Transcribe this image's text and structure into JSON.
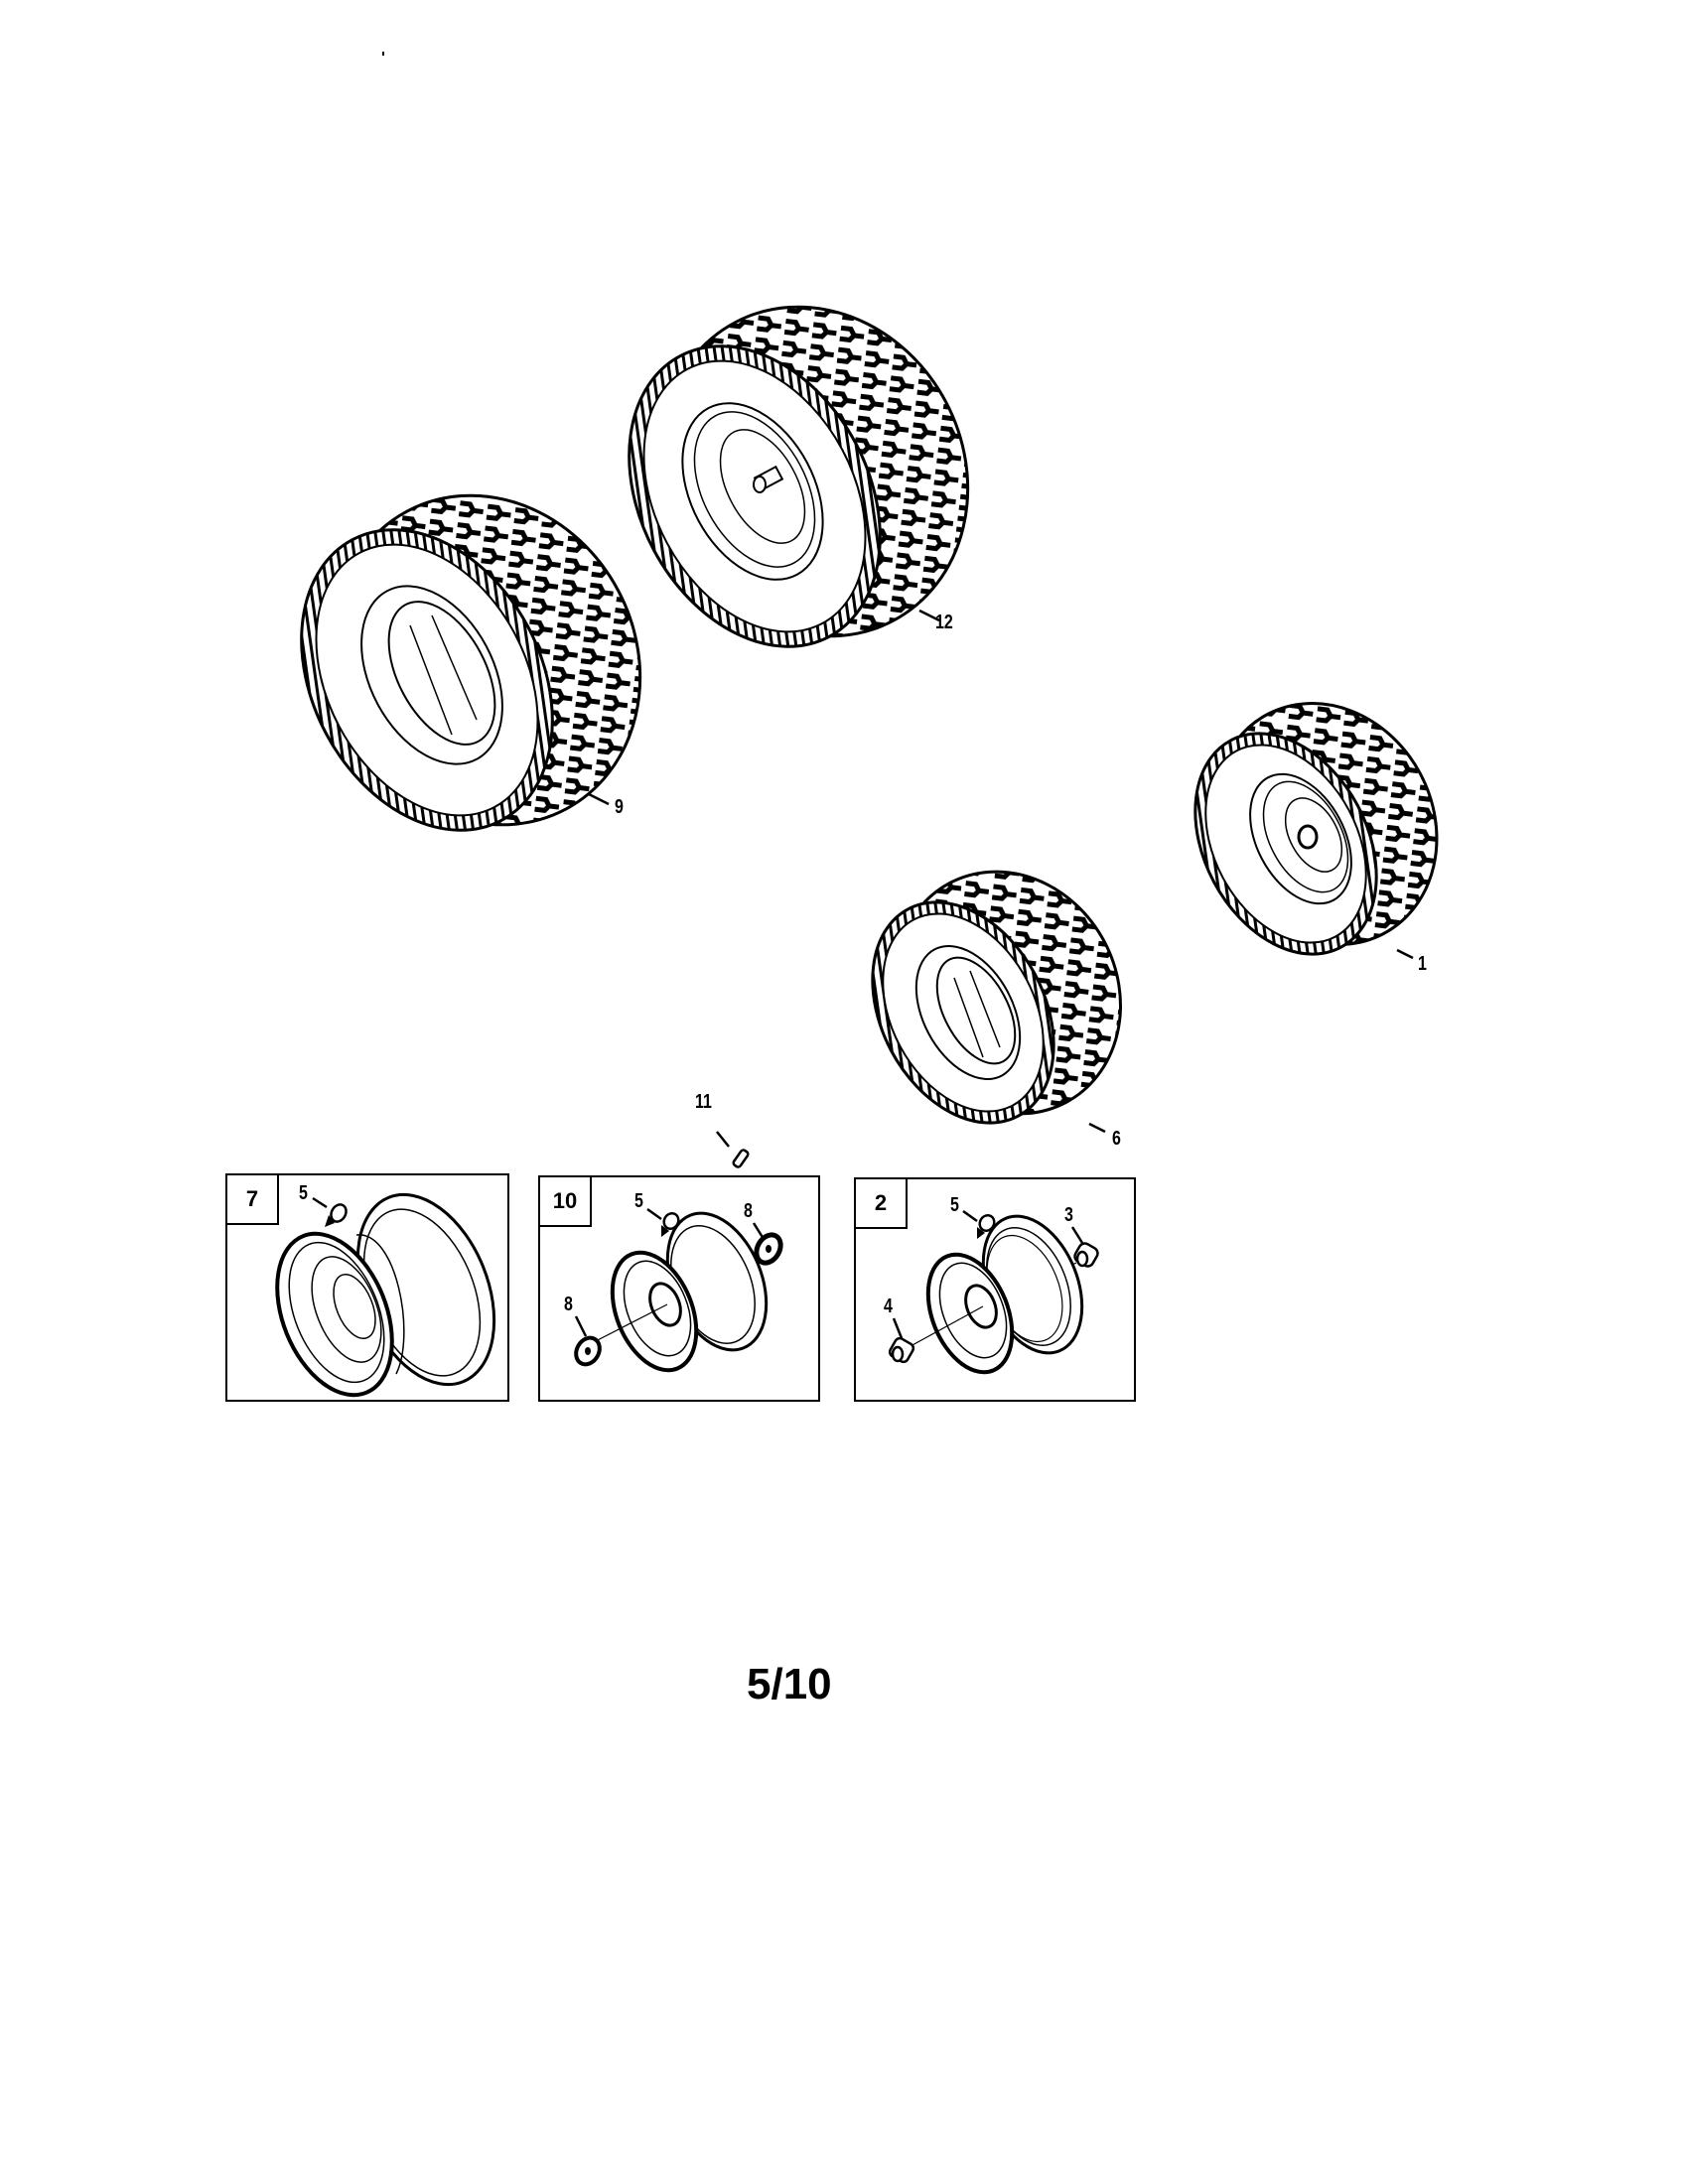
{
  "page": {
    "page_number": "5/10",
    "background": "#ffffff",
    "ink": "#000000"
  },
  "tires": [
    {
      "id": "tire-9",
      "callout": "9",
      "description": "tire without rim (rear)",
      "has_rim": false
    },
    {
      "id": "tire-12",
      "callout": "12",
      "description": "tire with rim assembly (rear)",
      "has_rim": true
    },
    {
      "id": "tire-1",
      "callout": "1",
      "description": "tire with rim assembly (front)",
      "has_rim": true
    },
    {
      "id": "tire-6",
      "callout": "6",
      "description": "tire without rim (front)",
      "has_rim": false
    }
  ],
  "loose_parts": [
    {
      "id": "part-11",
      "callout": "11",
      "description": "valve stem / pin"
    }
  ],
  "rim_boxes": [
    {
      "id": "box-7",
      "tag": "7",
      "callouts": [
        {
          "label": "5",
          "part": "valve stem"
        }
      ]
    },
    {
      "id": "box-10",
      "tag": "10",
      "callouts": [
        {
          "label": "5",
          "part": "valve stem"
        },
        {
          "label": "8",
          "part": "bearing (rear)"
        },
        {
          "label": "8",
          "part": "bearing (front)"
        }
      ]
    },
    {
      "id": "box-2",
      "tag": "2",
      "callouts": [
        {
          "label": "5",
          "part": "valve stem"
        },
        {
          "label": "3",
          "part": "bushing (rear)"
        },
        {
          "label": "4",
          "part": "bushing (front)"
        }
      ]
    }
  ]
}
